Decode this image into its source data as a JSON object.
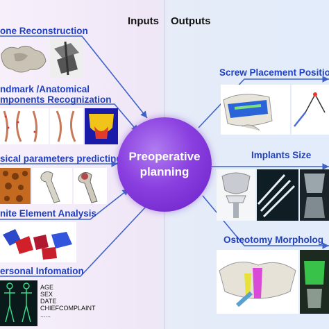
{
  "headers": {
    "inputs": "Inputs",
    "outputs": "Outputs"
  },
  "center": {
    "line1": "Preoperative",
    "line2": "planning"
  },
  "inputs": [
    {
      "label": "one Reconstruction"
    },
    {
      "label": "ndmark /Anatomical"
    },
    {
      "label": "mponents Recognization"
    },
    {
      "label": "sical parameters predicting"
    },
    {
      "label": "nite Element Analysis"
    },
    {
      "label": "ersonal Infomation"
    }
  ],
  "outputs": [
    {
      "label": "Screw Placement Positio"
    },
    {
      "label": "Implants Size"
    },
    {
      "label": "Osteotomy Morpholog"
    }
  ],
  "personal_info": [
    "AGE",
    "SEX",
    "DATE",
    "CHIEFCOMPLAINT",
    "......"
  ],
  "colors": {
    "arrow": "#3d63c8",
    "label": "#1f3fbf",
    "center": "#8a3fe0"
  }
}
